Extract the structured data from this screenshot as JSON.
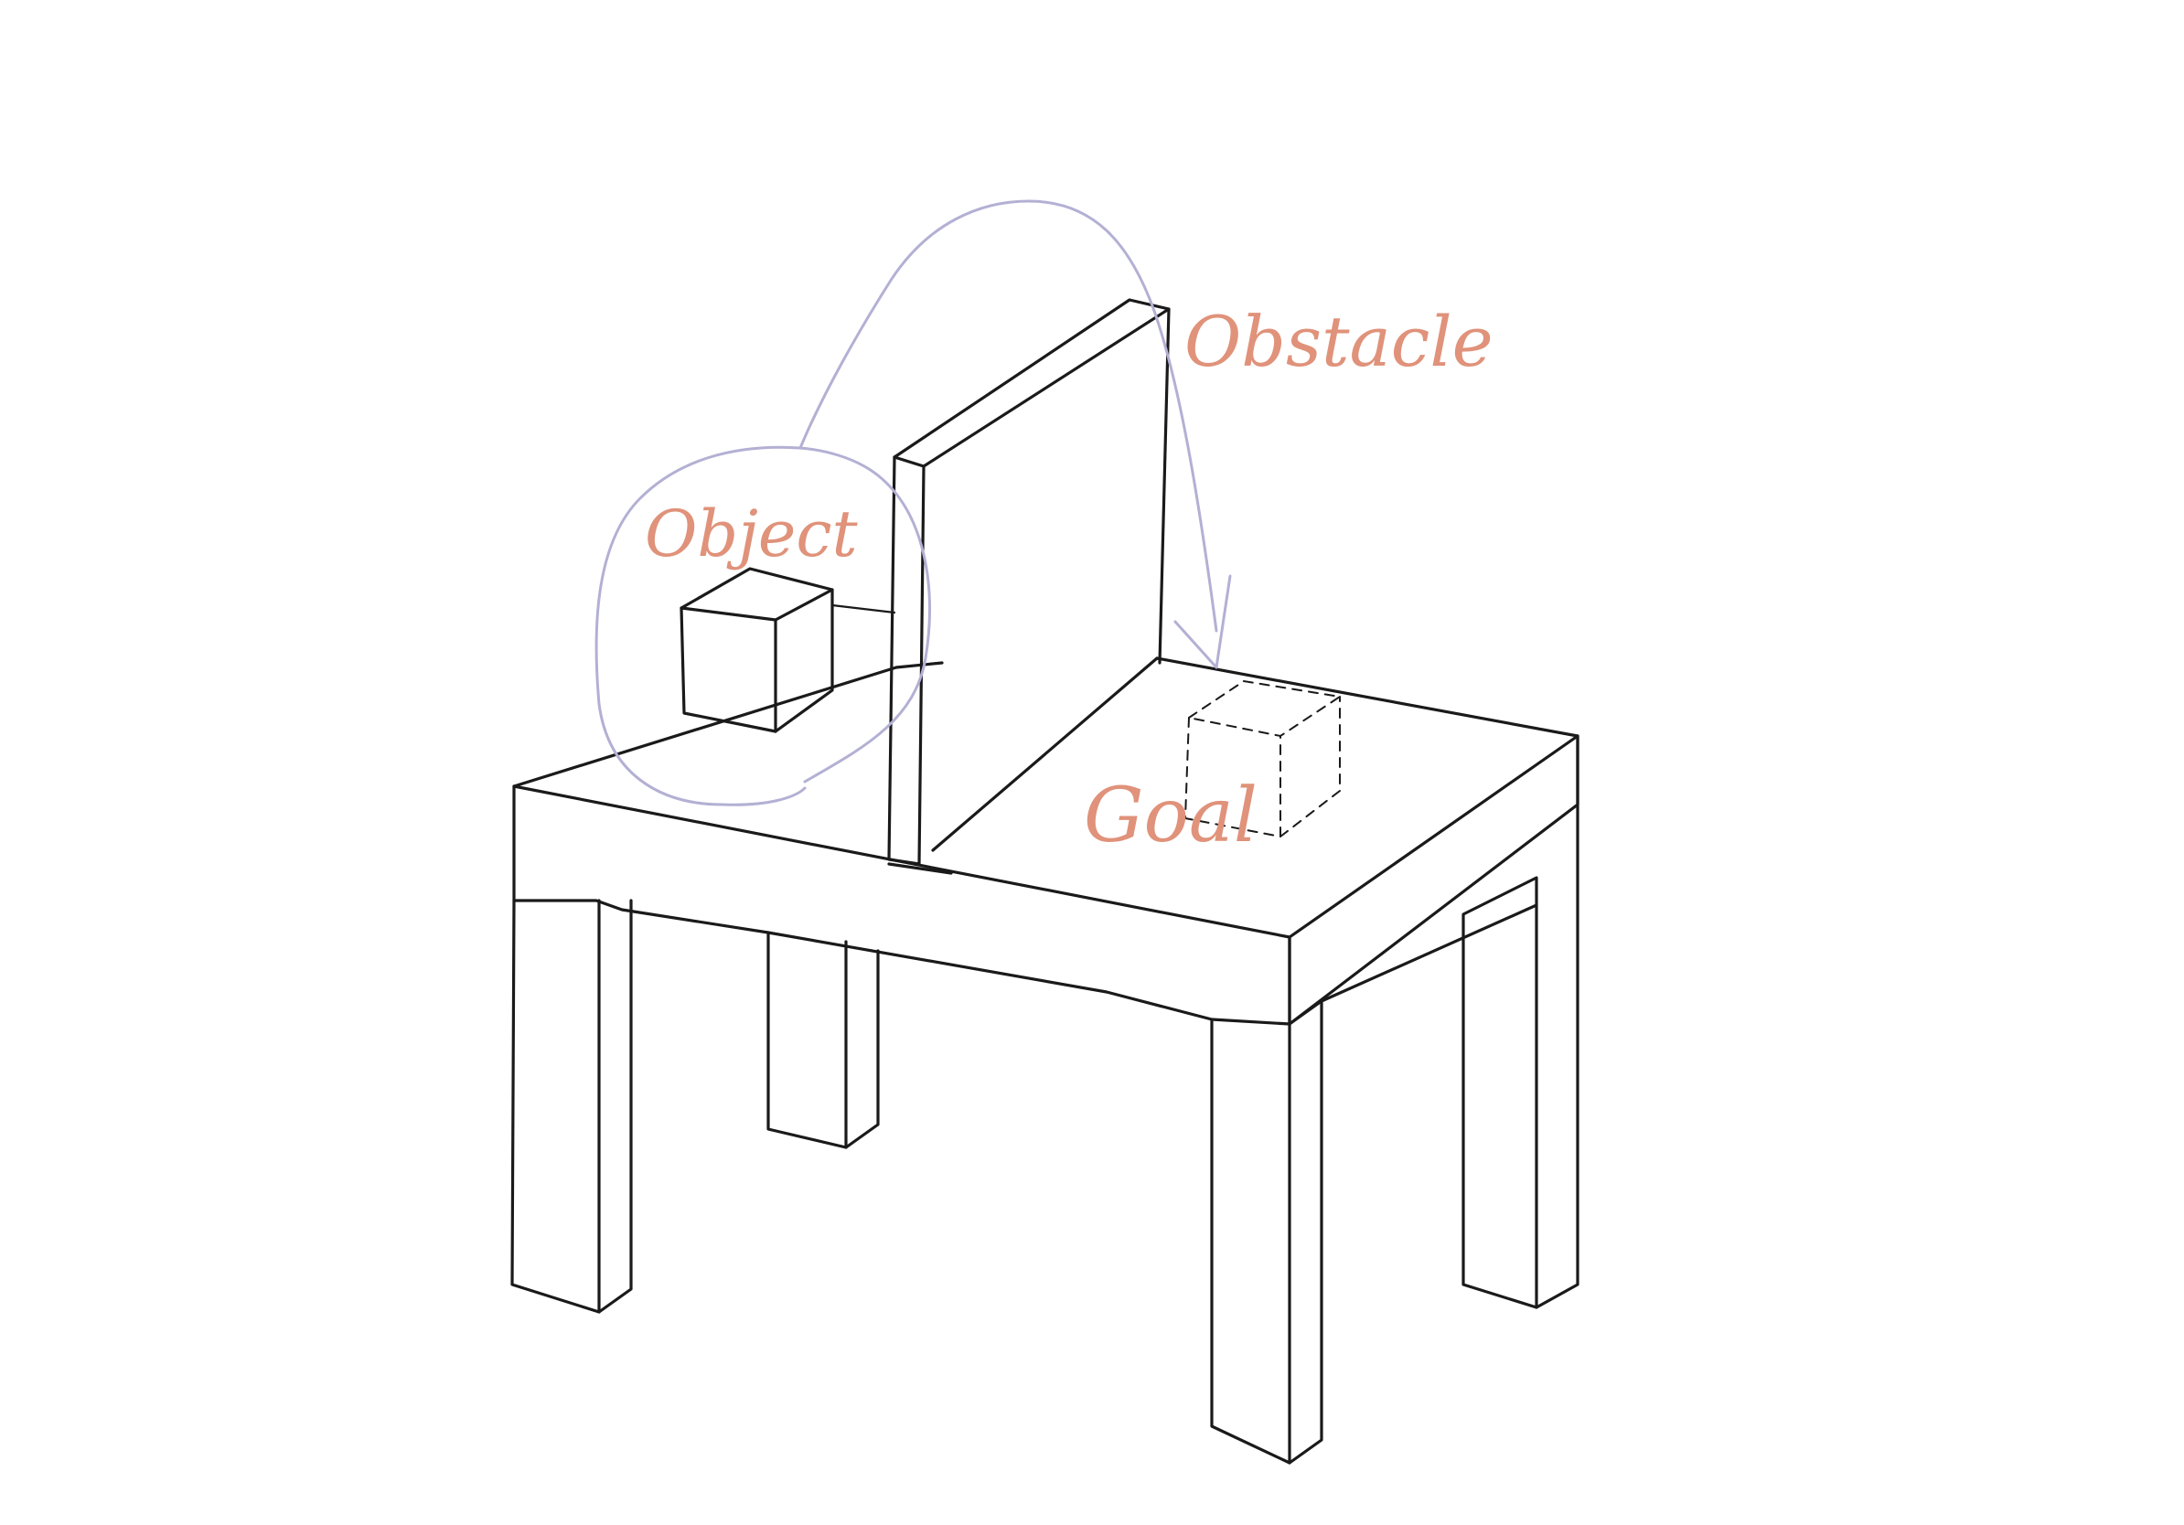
{
  "labels": {
    "object": "Object",
    "obstacle": "Obstacle",
    "goal": "Goal"
  },
  "colors": {
    "ink": "#1a1a1a",
    "label": "#e0927a",
    "trajectory": "#b3b0d4"
  }
}
